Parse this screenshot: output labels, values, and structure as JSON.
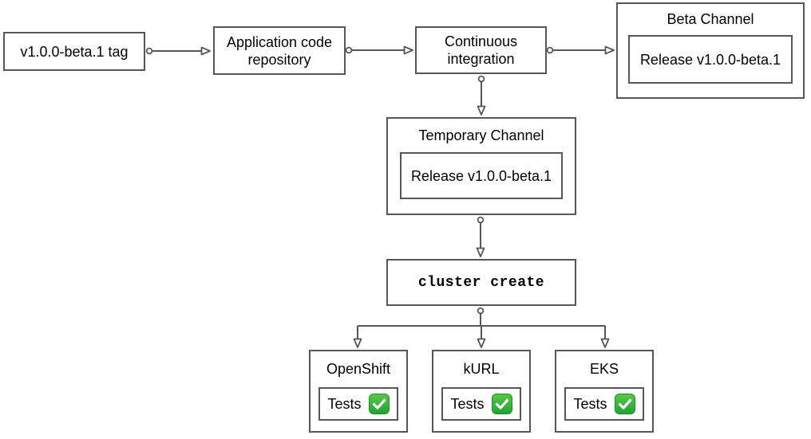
{
  "diagram": {
    "type": "flowchart",
    "colors": {
      "border": "#565656",
      "connector": "#565656",
      "background": "#ffffff",
      "text": "#000000",
      "check_green_top": "#58c944",
      "check_green_bottom": "#1fa434"
    },
    "icons": {
      "tests_pass_icon": "green-checkmark"
    },
    "nodes": {
      "tag": {
        "label": "v1.0.0-beta.1 tag"
      },
      "repo": {
        "label": "Application code repository"
      },
      "ci": {
        "label": "Continuous integration"
      },
      "beta_channel": {
        "title": "Beta Channel",
        "release": "Release v1.0.0-beta.1"
      },
      "temp_channel": {
        "title": "Temporary Channel",
        "release": "Release v1.0.0-beta.1"
      },
      "cluster_create": {
        "label": "cluster create"
      }
    },
    "platforms": [
      {
        "title": "OpenShift",
        "tests_label": "Tests"
      },
      {
        "title": "kURL",
        "tests_label": "Tests"
      },
      {
        "title": "EKS",
        "tests_label": "Tests"
      }
    ]
  }
}
